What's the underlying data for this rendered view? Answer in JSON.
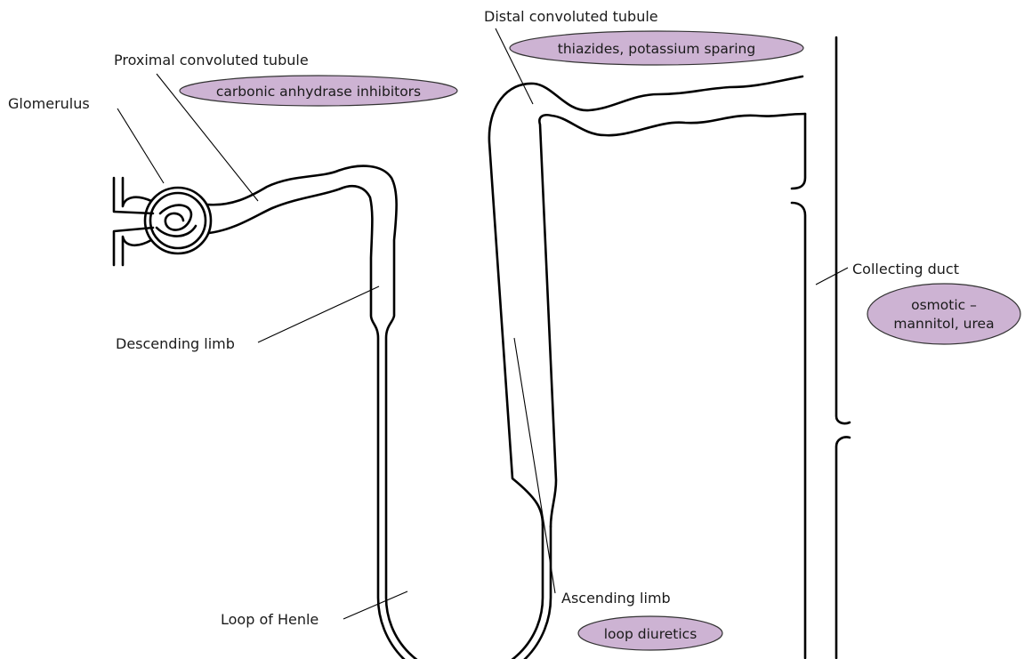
{
  "colors": {
    "bubble_fill": "#cdb3d3",
    "outline": "#000000",
    "text": "#1a1a1a"
  },
  "labels": {
    "glomerulus": "Glomerulus",
    "proximal": "Proximal convoluted tubule",
    "distal": "Distal convoluted tubule",
    "collecting": "Collecting duct",
    "descending": "Descending limb",
    "ascending": "Ascending limb",
    "loop": "Loop of Henle"
  },
  "drug_classes": {
    "proximal": "carbonic anhydrase inhibitors",
    "distal": "thiazides, potassium sparing",
    "collecting_line1": "osmotic –",
    "collecting_line2": "mannitol, urea",
    "ascending": "loop diuretics"
  }
}
